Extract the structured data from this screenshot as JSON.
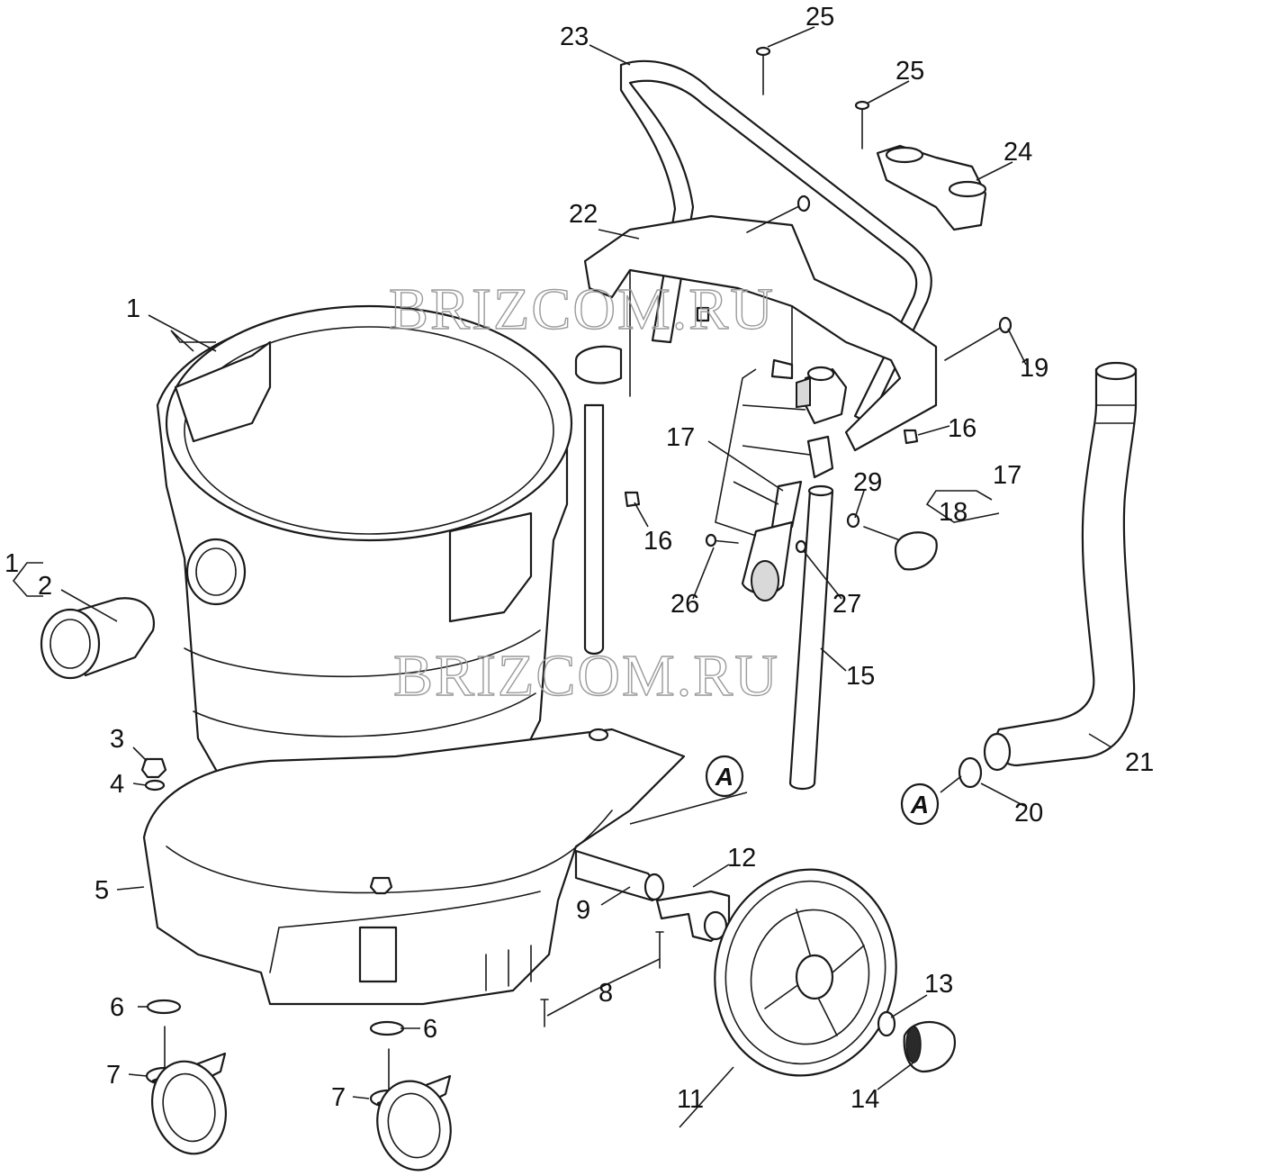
{
  "watermark": {
    "text": "BRIZCOM.RU",
    "stroke_color": "#9a9a9a"
  },
  "reference_marker": {
    "label": "A"
  },
  "callouts": {
    "c1a": "1",
    "c1b": "1",
    "c2": "2",
    "c3": "3",
    "c4": "4",
    "c5": "5",
    "c6a": "6",
    "c6b": "6",
    "c7a": "7",
    "c7b": "7",
    "c8": "8",
    "c9": "9",
    "c11": "11",
    "c12": "12",
    "c13": "13",
    "c14": "14",
    "c15": "15",
    "c16a": "16",
    "c16b": "16",
    "c17a": "17",
    "c17b": "17",
    "c18": "18",
    "c19": "19",
    "c20": "20",
    "c21": "21",
    "c22": "22",
    "c23": "23",
    "c24": "24",
    "c25a": "25",
    "c25b": "25",
    "c26": "26",
    "c27": "27",
    "c29": "29"
  },
  "colors": {
    "line": "#1a1a1a",
    "fill": "#ffffff",
    "shade": "#d9d9d9"
  }
}
